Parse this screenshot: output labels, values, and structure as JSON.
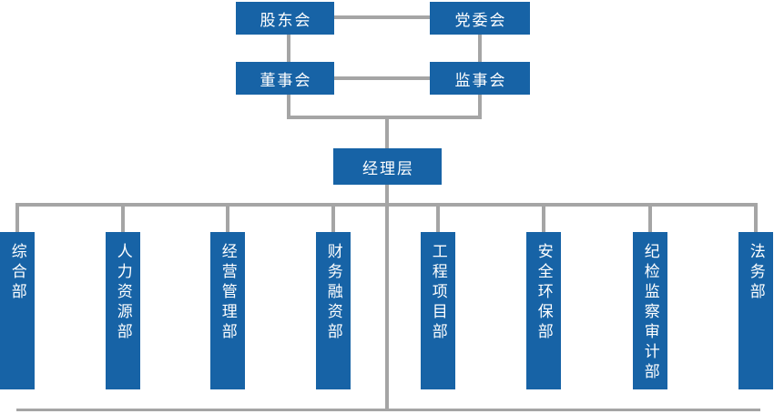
{
  "org_chart": {
    "title": "company-organization-chart",
    "level1": [
      {
        "id": "shareholders-meeting",
        "label": "股东会"
      },
      {
        "id": "party-committee",
        "label": "党委会"
      }
    ],
    "level2": [
      {
        "id": "board-of-directors",
        "label": "董事会"
      },
      {
        "id": "supervisory-board",
        "label": "监事会"
      }
    ],
    "level3": {
      "id": "management-level",
      "label": "经理层"
    },
    "level4_departments": [
      {
        "id": "general-dept",
        "label": "综合部"
      },
      {
        "id": "human-resources-dept",
        "label": "人力资源部"
      },
      {
        "id": "operations-management-dept",
        "label": "经营管理部"
      },
      {
        "id": "finance-financing-dept",
        "label": "财务融资部"
      },
      {
        "id": "engineering-project-dept",
        "label": "工程项目部"
      },
      {
        "id": "safety-environment-dept",
        "label": "安全环保部"
      },
      {
        "id": "discipline-audit-dept",
        "label": "纪检监察审计部"
      },
      {
        "id": "legal-affairs-dept",
        "label": "法务部"
      }
    ],
    "colors": {
      "box_blue": "#1763a6",
      "line_gray": "#a5a5a5",
      "text_white": "#ffffff"
    }
  }
}
